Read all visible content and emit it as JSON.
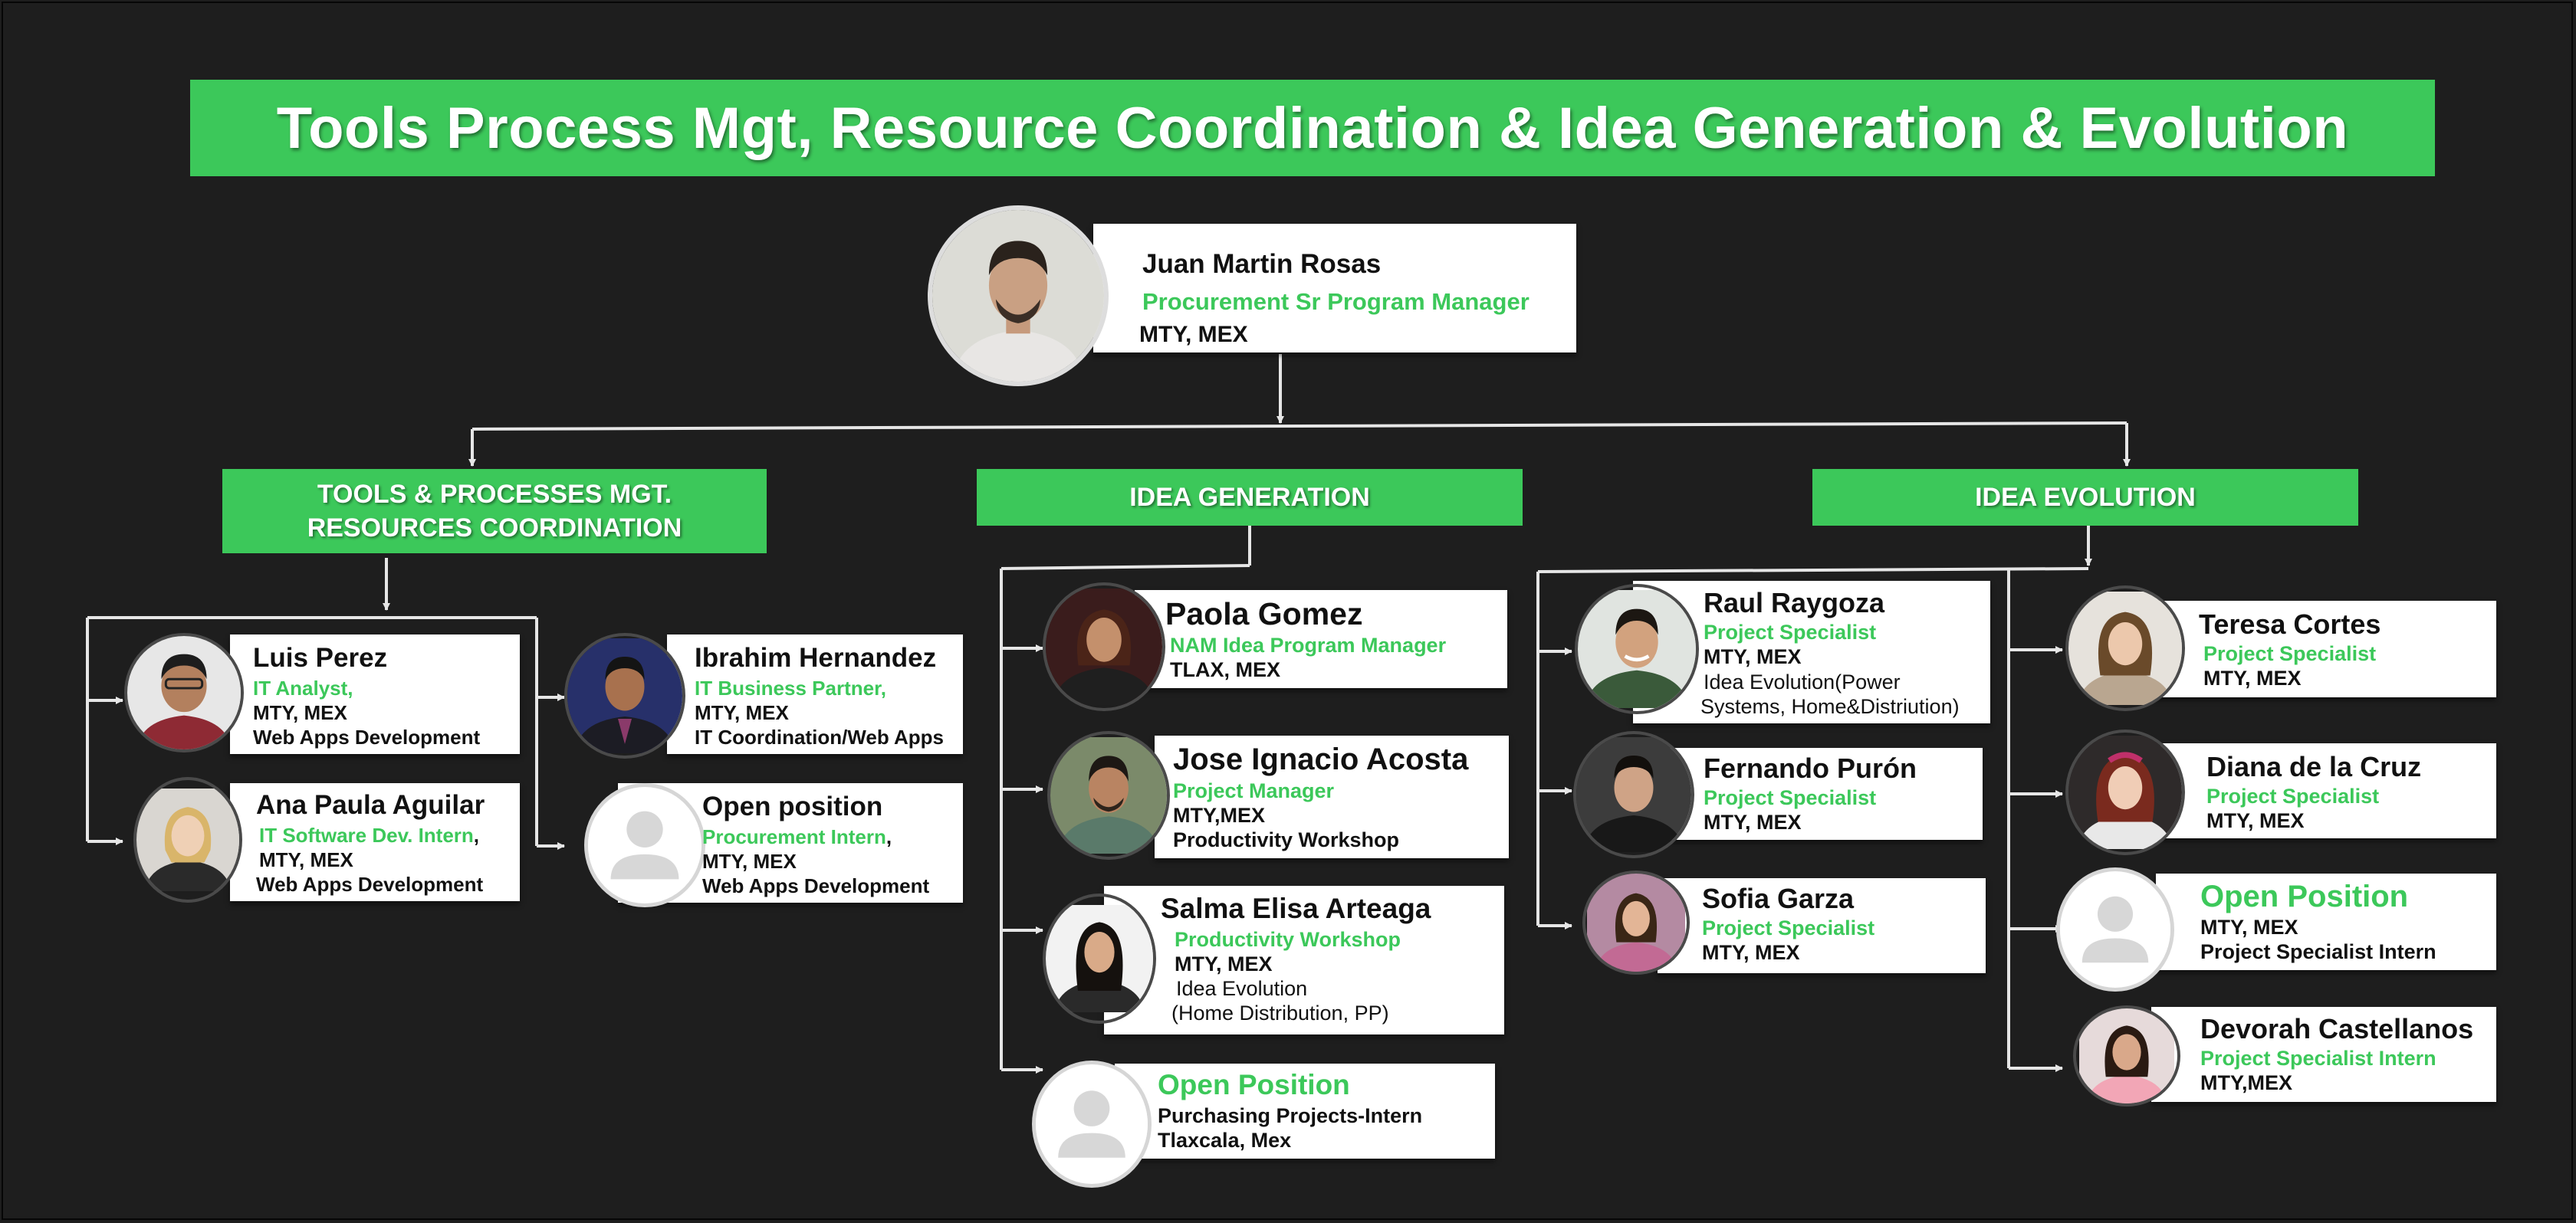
{
  "title": "Tools Process Mgt, Resource Coordination & Idea Generation & Evolution",
  "colors": {
    "accent": "#3cc85a",
    "background": "#1e1e1e",
    "card": "#ffffff",
    "line": "#e6e6e6"
  },
  "head": {
    "name": "Juan Martin Rosas",
    "role": "Procurement Sr Program Manager",
    "location": "MTY, MEX"
  },
  "sections": {
    "tools": {
      "line1": "TOOLS & PROCESSES MGT.",
      "line2": "RESOURCES COORDINATION"
    },
    "generation": {
      "label": "IDEA GENERATION"
    },
    "evolution": {
      "label": "IDEA EVOLUTION"
    }
  },
  "people": {
    "luis": {
      "name": "Luis Perez",
      "role": "IT Analyst,",
      "location": "MTY, MEX",
      "desc": "Web Apps Development"
    },
    "ana": {
      "name": "Ana Paula Aguilar",
      "role": "IT Software Dev. Intern",
      "role_suffix": ",",
      "location": "MTY, MEX",
      "desc": "Web Apps Development"
    },
    "ibrahim": {
      "name": "Ibrahim Hernandez",
      "role": "IT Business Partner,",
      "location": "MTY, MEX",
      "desc": "IT Coordination/Web Apps"
    },
    "open_proc": {
      "name": "Open position",
      "role": "Procurement Intern",
      "role_suffix": ",",
      "location": "MTY, MEX",
      "desc": "Web Apps Development"
    },
    "paola": {
      "name": "Paola Gomez",
      "role": "NAM Idea Program Manager",
      "location": "TLAX, MEX"
    },
    "jose": {
      "name": "Jose Ignacio Acosta",
      "role": "Project Manager",
      "location": "MTY,MEX",
      "desc": "Productivity Workshop"
    },
    "salma": {
      "name": "Salma Elisa Arteaga",
      "role": "Productivity Workshop",
      "location": "MTY, MEX",
      "desc1": "Idea Evolution",
      "desc2": "(Home Distribution, PP)"
    },
    "open_purch": {
      "name": "Open Position",
      "role": "Purchasing Projects-Intern",
      "location": "Tlaxcala, Mex"
    },
    "raul": {
      "name": "Raul Raygoza",
      "role": "Project Specialist",
      "location": "MTY, MEX",
      "desc1": "Idea Evolution(Power",
      "desc2": "Systems, Home&Distriution)"
    },
    "fernando": {
      "name": "Fernando Purón",
      "role": "Project Specialist",
      "location": "MTY, MEX"
    },
    "sofia": {
      "name": "Sofia Garza",
      "role": "Project Specialist",
      "location": "MTY, MEX"
    },
    "teresa": {
      "name": "Teresa Cortes",
      "role": "Project Specialist",
      "location": "MTY, MEX"
    },
    "diana": {
      "name": "Diana de la Cruz",
      "role": "Project Specialist",
      "location": "MTY, MEX"
    },
    "open_spec": {
      "name": "Open Position",
      "location": "MTY, MEX",
      "desc": "Project Specialist Intern"
    },
    "devorah": {
      "name": "Devorah Castellanos",
      "role": "Project Specialist Intern",
      "location": "MTY,MEX"
    }
  }
}
